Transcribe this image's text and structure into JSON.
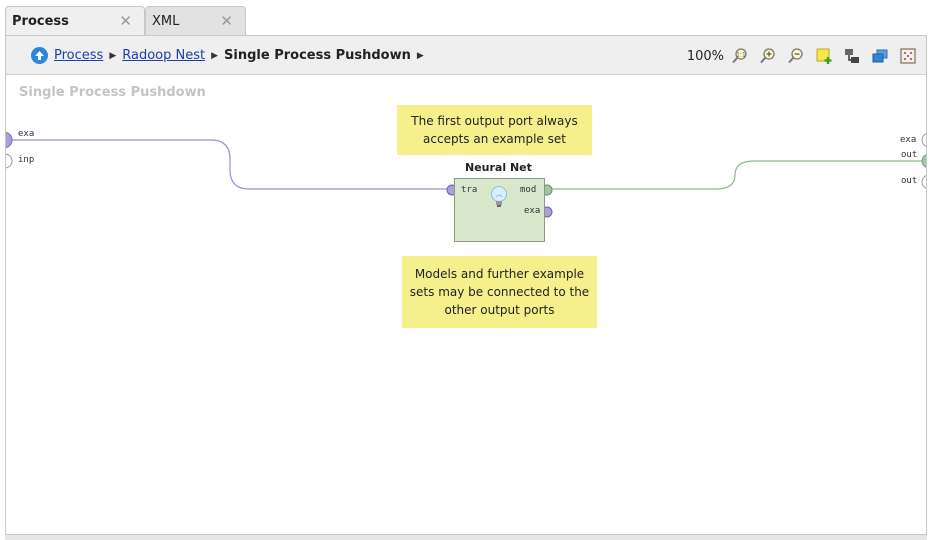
{
  "tabs": [
    {
      "label": "Process",
      "close": "✕",
      "active": true
    },
    {
      "label": "XML",
      "close": "✕",
      "active": false
    }
  ],
  "breadcrumb": {
    "items": [
      "Process",
      "Radoop Nest"
    ],
    "current": "Single Process Pushdown",
    "separator": "▶"
  },
  "toolbar": {
    "zoom": "100%",
    "tools": [
      "zoom-fit-icon",
      "zoom-in-icon",
      "zoom-out-icon",
      "add-note-icon",
      "auto-wire-icon",
      "arrange-icon",
      "grid-icon"
    ]
  },
  "canvas": {
    "title": "Single Process Pushdown",
    "left_ports": [
      "exa",
      "inp"
    ],
    "right_ports": [
      "exa",
      "out",
      "out"
    ]
  },
  "operator": {
    "name": "Neural Net",
    "input_ports": [
      "tra"
    ],
    "output_ports": [
      "mod",
      "exa"
    ]
  },
  "notes": [
    "The first output port always accepts an example set",
    "Models and further example sets may be connected to the other output ports"
  ],
  "colors": {
    "example_wire": "#9a8fd8",
    "model_wire": "#8cb88c",
    "note_bg": "#f5f08c",
    "operator_bg": "#d9e8cd"
  }
}
